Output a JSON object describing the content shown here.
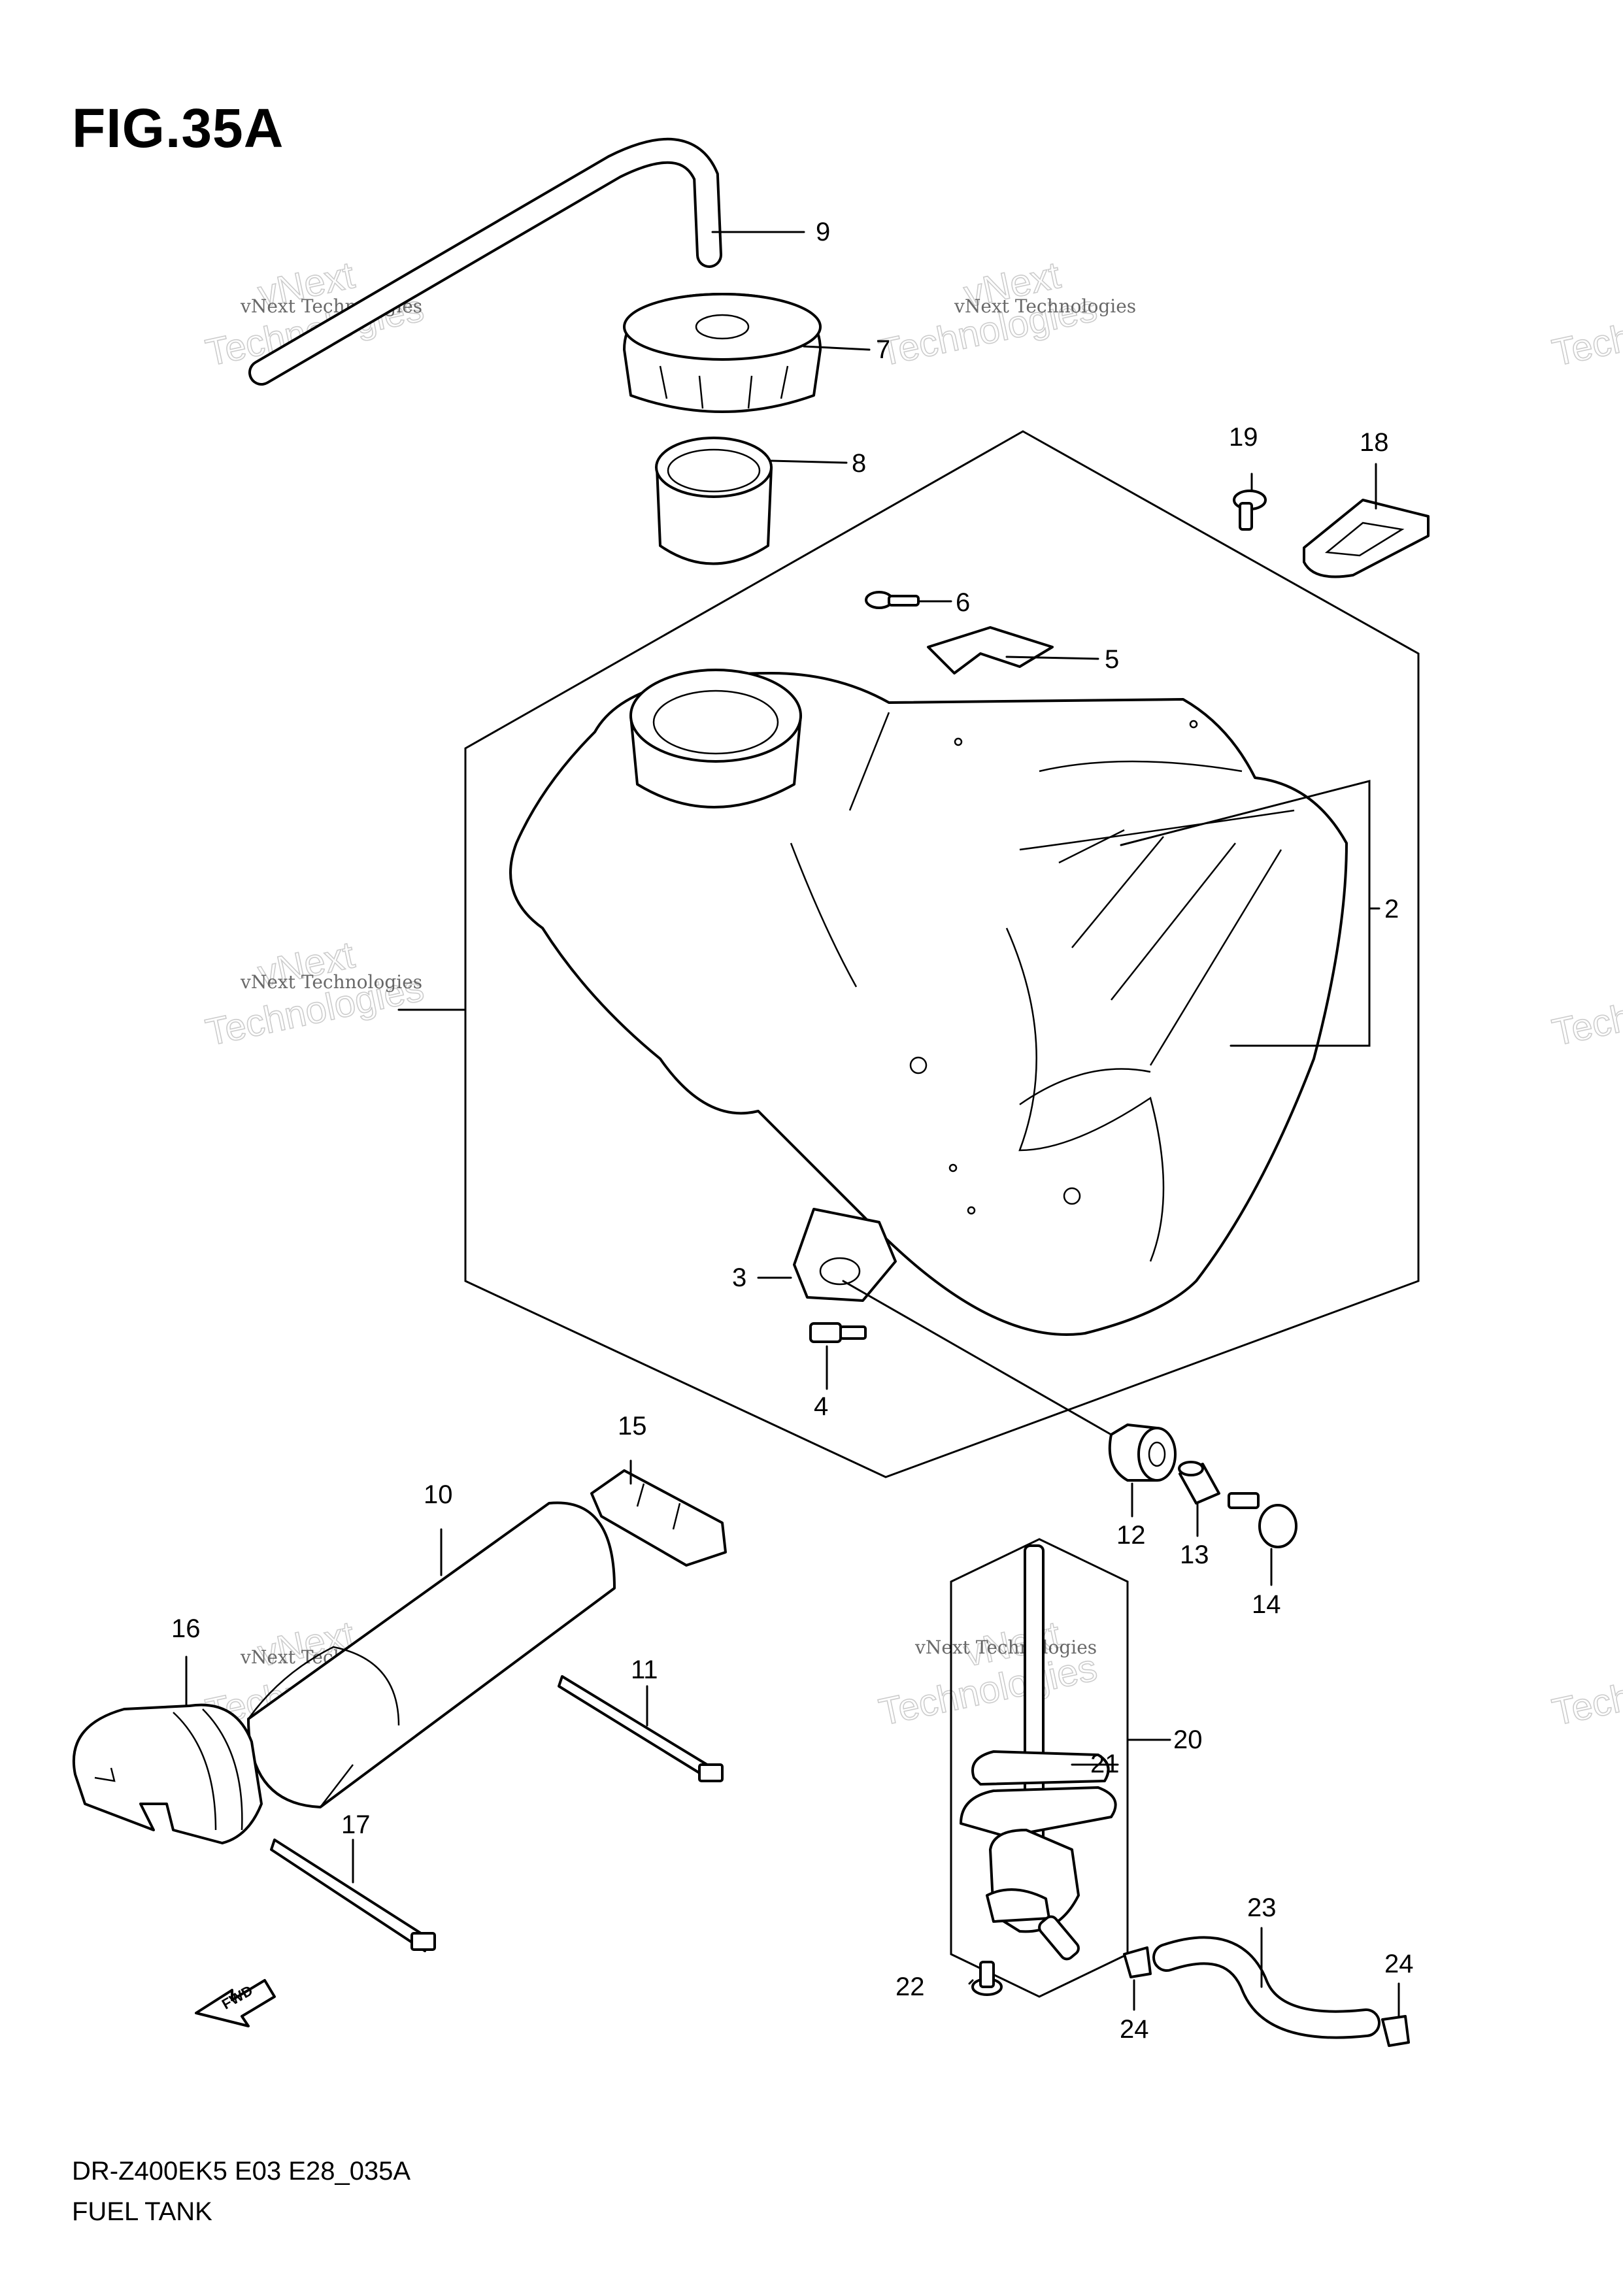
{
  "figure": {
    "title": "FIG.35A",
    "model_code": "DR-Z400EK5 E03 E28_035A",
    "name": "FUEL TANK"
  },
  "callouts": {
    "c2": "2",
    "c3": "3",
    "c4": "4",
    "c5": "5",
    "c6": "6",
    "c7": "7",
    "c8": "8",
    "c9": "9",
    "c10": "10",
    "c11": "11",
    "c12": "12",
    "c13": "13",
    "c14": "14",
    "c15": "15",
    "c16": "16",
    "c17": "17",
    "c18": "18",
    "c19": "19",
    "c20": "20",
    "c21": "21",
    "c22": "22",
    "c23": "23",
    "c24a": "24",
    "c24b": "24"
  },
  "fwd_label": "FWD",
  "watermark": {
    "line1": "vNext Technologies",
    "line2": "vNext",
    "line3": "Technologies"
  },
  "colors": {
    "ink": "#000000",
    "background": "#ffffff",
    "watermark": "#bbbbbb"
  }
}
